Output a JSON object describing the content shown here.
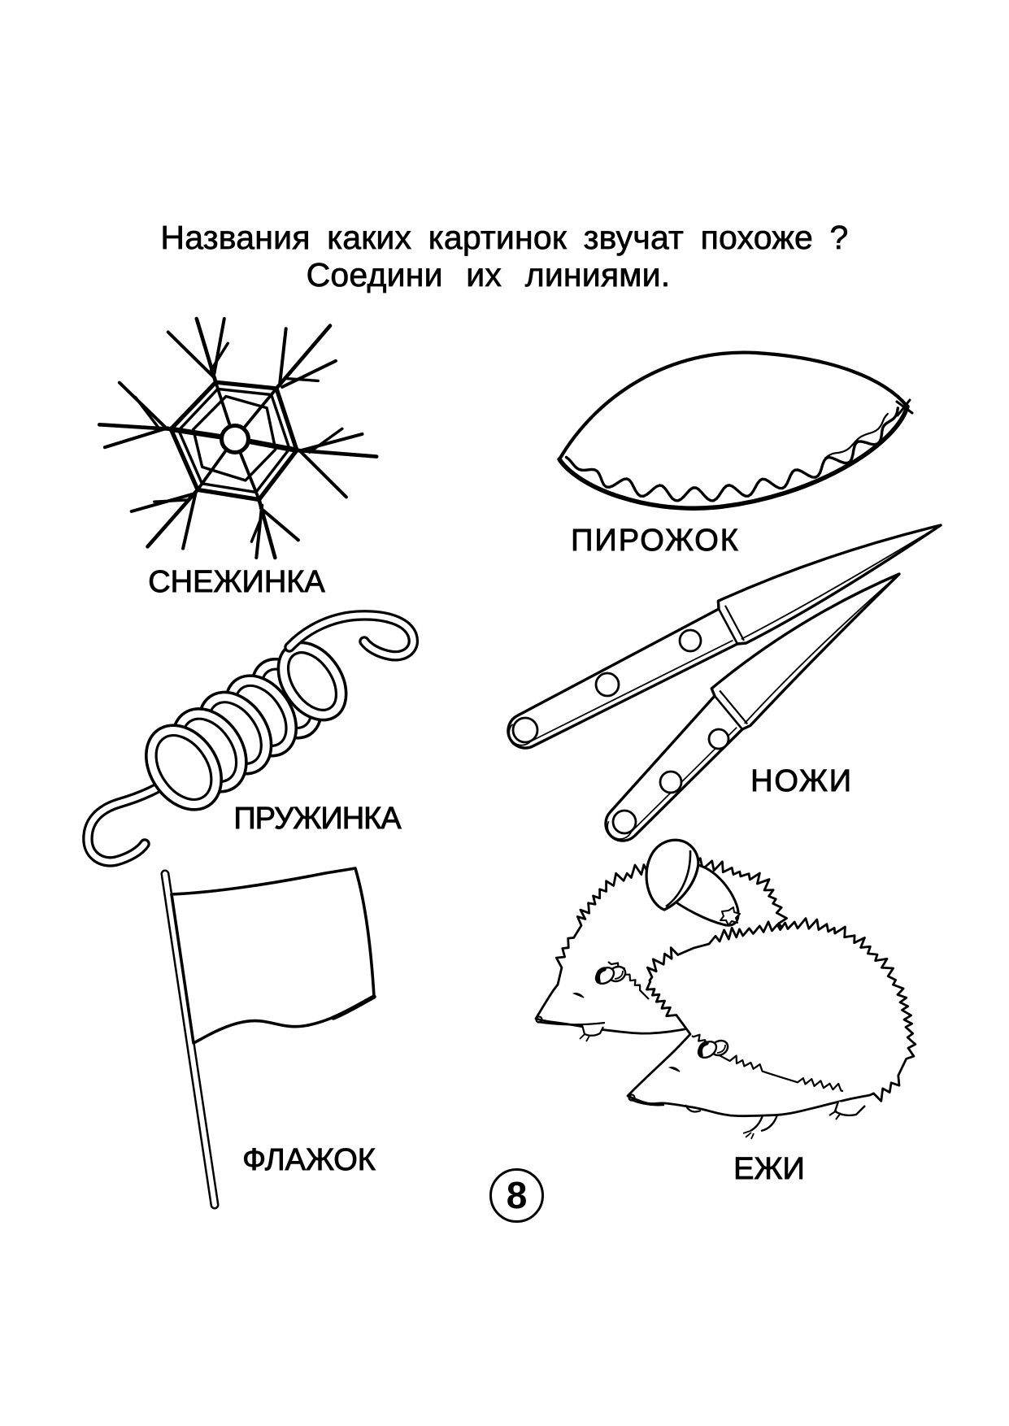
{
  "page": {
    "title_line1": "Названия  каких  картинок  звучат  похоже ?",
    "title_line2": "Соедини  их  линиями.",
    "page_number": "8",
    "ink_color": "#000000",
    "background_color": "#ffffff"
  },
  "figures": [
    {
      "id": "snowflake",
      "label": "СНЕЖИНКА"
    },
    {
      "id": "pie",
      "label": "ПИРОЖОК"
    },
    {
      "id": "spring",
      "label": "ПРУЖИНКА"
    },
    {
      "id": "knives",
      "label": "НОЖИ"
    },
    {
      "id": "flag",
      "label": "ФЛАЖОК"
    },
    {
      "id": "hedgehogs",
      "label": "ЕЖИ"
    }
  ]
}
